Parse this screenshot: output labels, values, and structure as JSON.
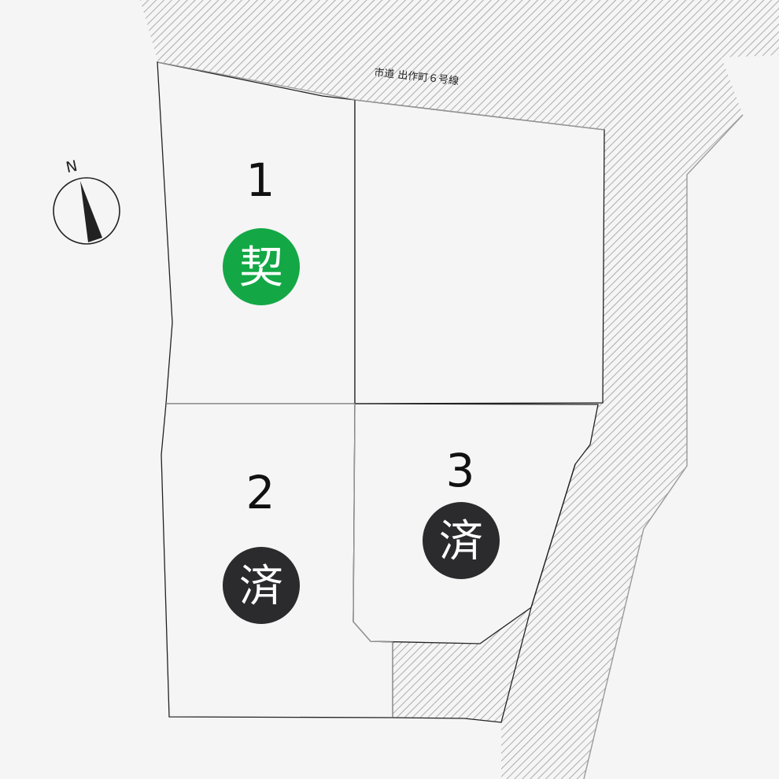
{
  "road": {
    "label": "市道 出作町６号線"
  },
  "compass": {
    "north_label": "N"
  },
  "lots": [
    {
      "number": "1",
      "status": "契",
      "status_color": "#13a845"
    },
    {
      "number": "2",
      "status": "済",
      "status_color": "#2b2b2d"
    },
    {
      "number": "3",
      "status": "済",
      "status_color": "#2b2b2d"
    }
  ],
  "colors": {
    "background": "#f5f5f5",
    "lot_fill": "#f5f5f5",
    "boundary_line": "#222222",
    "hatch_line": "#9a9a9a"
  }
}
